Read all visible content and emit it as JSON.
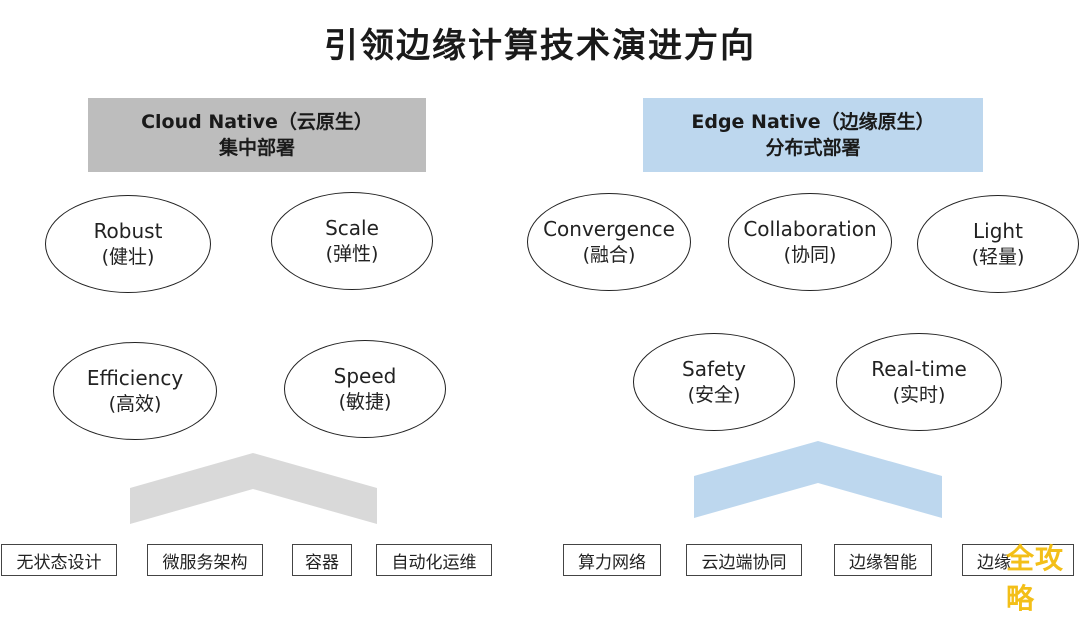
{
  "title": "引领边缘计算技术演进方向",
  "cloud": {
    "header_line1": "Cloud Native（云原生）",
    "header_line2": "集中部署",
    "traits": [
      {
        "en": "Robust",
        "zh": "(健壮)"
      },
      {
        "en": "Scale",
        "zh": "(弹性)"
      },
      {
        "en": "Efficiency",
        "zh": "(高效)"
      },
      {
        "en": "Speed",
        "zh": "(敏捷)"
      }
    ],
    "tags": [
      "无状态设计",
      "微服务架构",
      "容器",
      "自动化运维"
    ],
    "chevron_color": "#d9d9d9"
  },
  "edge": {
    "header_line1": "Edge Native（边缘原生）",
    "header_line2": "分布式部署",
    "traits": [
      {
        "en": "Convergence",
        "zh": "(融合)"
      },
      {
        "en": "Collaboration",
        "zh": "(协同)"
      },
      {
        "en": "Light",
        "zh": "(轻量)"
      },
      {
        "en": "Safety",
        "zh": "(安全)"
      },
      {
        "en": "Real-time",
        "zh": "(实时)"
      }
    ],
    "tags": [
      "算力网络",
      "云边端协同",
      "边缘智能",
      "边缘"
    ],
    "chevron_color": "#bdd7ee"
  },
  "watermark": "全攻略"
}
